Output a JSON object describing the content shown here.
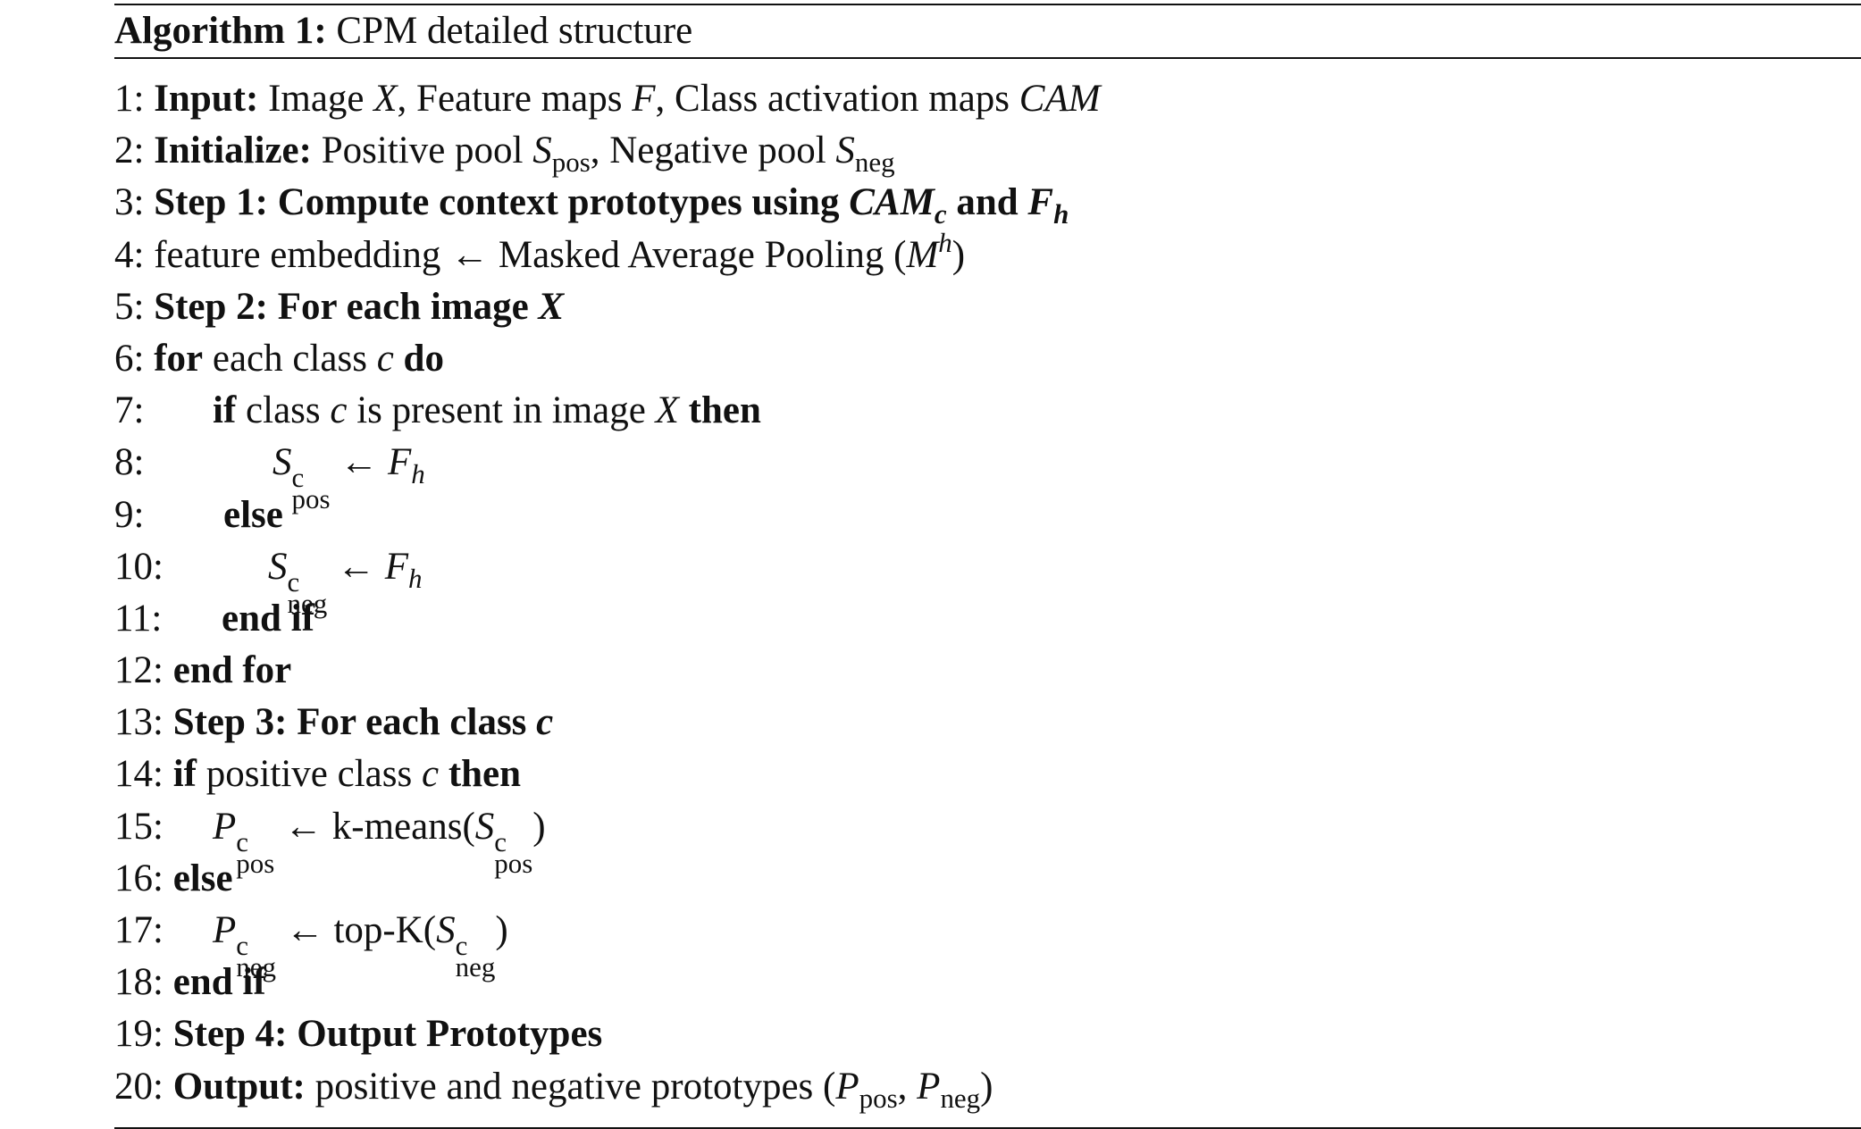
{
  "title": {
    "label": "Algorithm 1:",
    "text": "CPM detailed structure"
  },
  "arrow": "←",
  "lines": {
    "l1": {
      "num": "1:",
      "kw": "Input:",
      "t1": "Image",
      "X": "X",
      "t2": ", Feature maps",
      "F": "F",
      "t3": ", Class activation maps",
      "CAM": "CAM"
    },
    "l2": {
      "num": "2:",
      "kw": "Initialize:",
      "t1": "Positive pool",
      "S": "S",
      "pos": "pos",
      "t2": ", Negative pool",
      "neg": "neg"
    },
    "l3": {
      "num": "3:",
      "t1": "Step 1: Compute context prototypes using",
      "CAM": "CAM",
      "c": "c",
      "and": "and",
      "F": "F",
      "h": "h"
    },
    "l4": {
      "num": "4:",
      "t1": "feature embedding",
      "t2": "Masked Average Pooling",
      "lp": "(",
      "M": "M",
      "h": "h",
      "rp": ")"
    },
    "l5": {
      "num": "5:",
      "t1": "Step 2: For each image",
      "X": "X"
    },
    "l6": {
      "num": "6:",
      "kw1": "for",
      "t1": "each class",
      "c": "c",
      "kw2": "do"
    },
    "l7": {
      "num": "7:",
      "kw1": "if",
      "t1": "class",
      "c": "c",
      "t2": "is present in image",
      "X": "X",
      "kw2": "then"
    },
    "l8": {
      "num": "8:",
      "S": "S",
      "sup": "c",
      "sub": "pos",
      "F": "F",
      "h": "h"
    },
    "l9": {
      "num": "9:",
      "kw": "else"
    },
    "l10": {
      "num": "10:",
      "S": "S",
      "sup": "c",
      "sub": "neg",
      "F": "F",
      "h": "h"
    },
    "l11": {
      "num": "11:",
      "kw": "end if"
    },
    "l12": {
      "num": "12:",
      "kw": "end for"
    },
    "l13": {
      "num": "13:",
      "t1": "Step 3: For each class",
      "c": "c"
    },
    "l14": {
      "num": "14:",
      "kw1": "if",
      "t1": "positive class",
      "c": "c",
      "kw2": "then"
    },
    "l15": {
      "num": "15:",
      "P": "P",
      "sup": "c",
      "sub": "pos",
      "fn": "k-means(",
      "S": "S",
      "close": ")"
    },
    "l16": {
      "num": "16:",
      "kw": "else"
    },
    "l17": {
      "num": "17:",
      "P": "P",
      "sup": "c",
      "sub": "neg",
      "fn": "top-K(",
      "S": "S",
      "close": ")"
    },
    "l18": {
      "num": "18:",
      "kw": "end if"
    },
    "l19": {
      "num": "19:",
      "t1": "Step 4: Output Prototypes"
    },
    "l20": {
      "num": "20:",
      "kw": "Output:",
      "t1": "positive and negative prototypes",
      "lp": "(",
      "P": "P",
      "pos": "pos",
      "comma": ",",
      "neg": "neg",
      "rp": ")"
    }
  }
}
